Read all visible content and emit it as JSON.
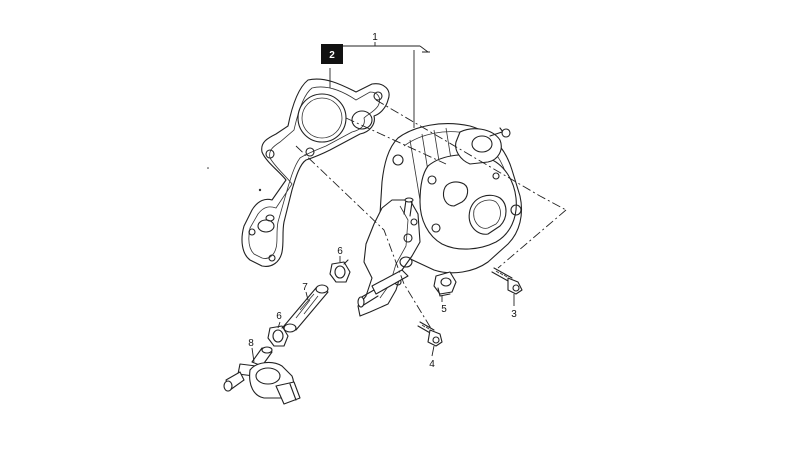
{
  "callouts": [
    {
      "id": "1",
      "text": "1"
    },
    {
      "id": "2",
      "text": "2"
    },
    {
      "id": "3",
      "text": "3"
    },
    {
      "id": "4",
      "text": "4"
    },
    {
      "id": "5",
      "text": "5"
    },
    {
      "id": "6a",
      "text": "6"
    },
    {
      "id": "6b",
      "text": "6"
    },
    {
      "id": "7",
      "text": "7"
    },
    {
      "id": "8",
      "text": "8"
    }
  ],
  "colors": {
    "line": "#222222",
    "highlight_box": "#111111",
    "background": "#ffffff"
  }
}
